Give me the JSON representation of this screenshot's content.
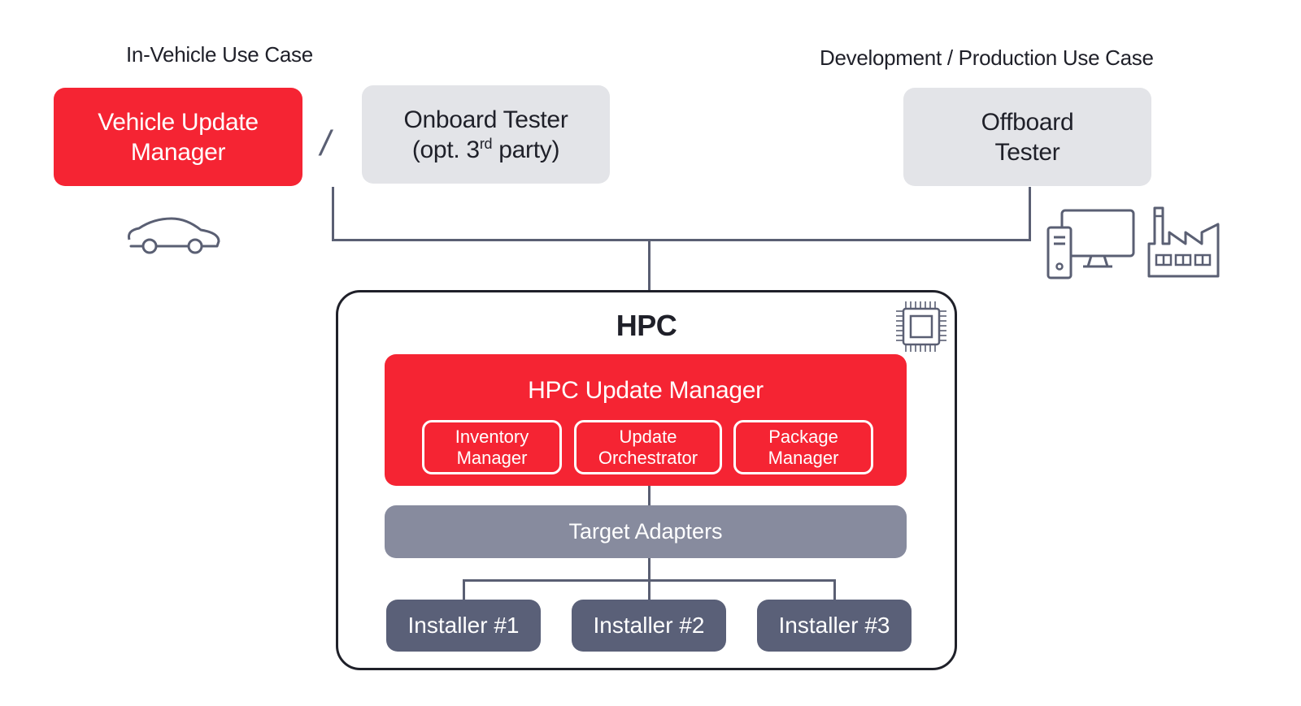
{
  "in_vehicle": {
    "title": "In-Vehicle Use Case",
    "vehicle_update_manager": "Vehicle Update Manager",
    "separator": "/",
    "onboard_tester_line1": "Onboard Tester",
    "onboard_tester_line2_pre": "(opt. 3",
    "onboard_tester_sup": "rd",
    "onboard_tester_line2_post": " party)"
  },
  "dev_prod": {
    "title": "Development / Production Use Case",
    "offboard_tester": "Offboard Tester"
  },
  "hpc": {
    "title": "HPC",
    "update_manager": {
      "title": "HPC Update Manager",
      "components": [
        "Inventory Manager",
        "Update Orchestrator",
        "Package Manager"
      ]
    },
    "target_adapters": "Target Adapters",
    "installers": [
      "Installer #1",
      "Installer #2",
      "Installer #3"
    ]
  },
  "icons": [
    "car-icon",
    "desktop-computer-icon",
    "factory-icon",
    "chip-icon"
  ],
  "colors": {
    "accent_red": "#f52433",
    "tester_grey": "#e3e4e8",
    "adapter_grey": "#878b9e",
    "installer_slate": "#5a6078",
    "line": "#5a5f73",
    "text_dark": "#1f2029"
  }
}
